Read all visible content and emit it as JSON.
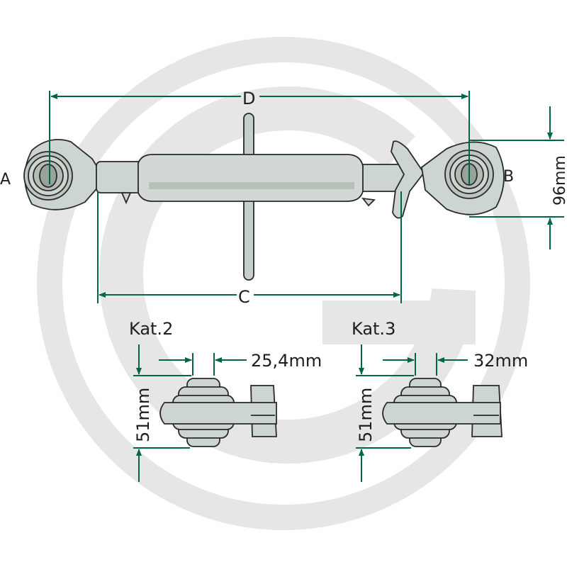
{
  "labels": {
    "end_a": "A",
    "end_b": "B",
    "overall_length": "D",
    "tube_length": "C",
    "ball_height": "96mm"
  },
  "details": [
    {
      "category": "Kat.2",
      "ball_width": "25,4mm",
      "ball_height": "51mm"
    },
    {
      "category": "Kat.3",
      "ball_width": "32mm",
      "ball_height": "51mm"
    }
  ],
  "colors": {
    "dimension_line": "#00664a",
    "part_fill": "#cdd5d0",
    "part_shade": "#aab5ae",
    "outline": "#2a2a2a",
    "watermark": "#e6e6e6"
  }
}
